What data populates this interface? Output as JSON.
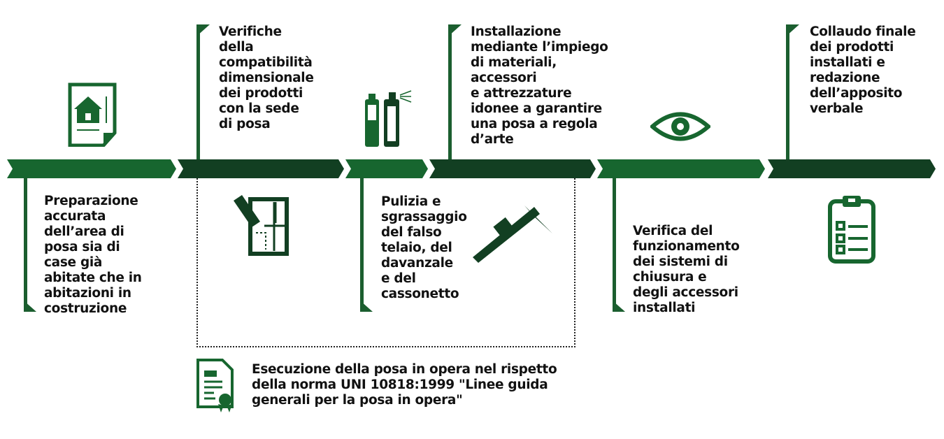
{
  "colors": {
    "light": "#17662f",
    "dark": "#123f22"
  },
  "steps": [
    {
      "text": "Preparazione\naccurata\ndell’area di\nposa sia di\ncase già\nabitate che in\nabitazioni in\ncostruzione",
      "icon": "house-plan-icon"
    },
    {
      "text": "Verifiche\ndella\ncompatibilità\ndimensionale\ndei prodotti\ncon la sede\ndi posa",
      "icon": "window-measure-icon"
    },
    {
      "text": "Pulizia e\nsgrassaggio\ndel falso\ntelaio, del\ndavanzale\ne del\ncassonetto",
      "icon": "spray-cans-icon"
    },
    {
      "text": "Installazione\nmediante l’impiego\ndi materiali,\naccessori\ne attrezzature\nidonee a garantire\nuna posa a regola\nd’arte",
      "icon": "caliper-icon"
    },
    {
      "text": "Verifica del\nfunzionamento\ndei sistemi di\nchiusura e\ndegli accessori\ninstallati",
      "icon": "eye-icon"
    },
    {
      "text": "Collaudo finale\ndei prodotti\ninstallati e\nredazione\ndell’apposito\nverbale",
      "icon": "clipboard-checklist-icon"
    }
  ],
  "note": {
    "text": "Esecuzione della posa in opera nel rispetto\ndella norma UNI 10818:1999 \"Linee guida\ngenerali per la posa in opera\"",
    "icon": "certificate-icon"
  }
}
